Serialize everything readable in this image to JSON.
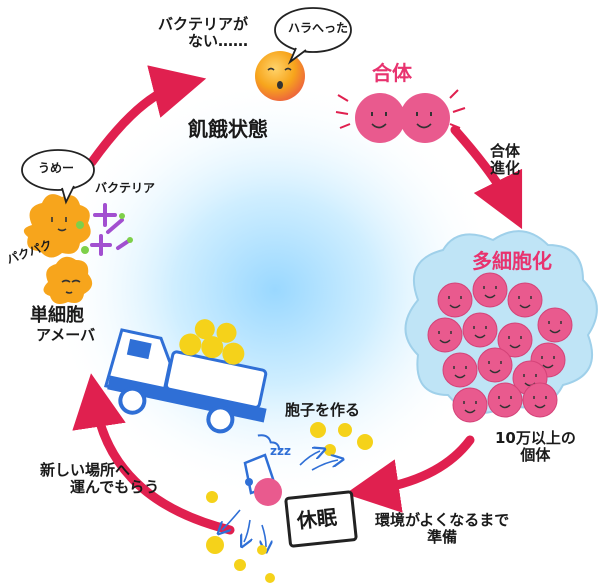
{
  "stages": {
    "starvation": {
      "label": "飢餓状態",
      "no_bacteria": [
        "バクテリアが",
        "ない……"
      ],
      "speech": "ハラへった"
    },
    "fusion": {
      "label": "合体",
      "fusion_evolution": [
        "合体",
        "進化"
      ]
    },
    "multicellular": {
      "label": "多細胞化",
      "count_note": [
        "10万以上の",
        "個体"
      ]
    },
    "dormancy": {
      "label": "休眠",
      "wait_note": [
        "環境がよくなるまで",
        "準備"
      ],
      "sleep_sound": "zzz"
    },
    "spores": {
      "label": "胞子を作る",
      "transport_note": [
        "新しい場所へ",
        "運んでもらう"
      ]
    },
    "amoeba": {
      "label": [
        "単細胞",
        "アメーバ"
      ],
      "speech": "うめー",
      "bacteria_label": "バクテリア",
      "eating_sound": "パクパク"
    }
  },
  "colors": {
    "arrow": "#e0204f",
    "cell_pink": "#e95a8e",
    "amoeba_orange": "#f7a51c",
    "spore_yellow": "#f5d21a",
    "bacteria_purple": "#a24fd0",
    "truck_blue": "#2f6fd6",
    "center_glow": "#8fd4ff"
  },
  "icons": [
    "truck-icon",
    "speech-bubble-icon",
    "amoeba-icon",
    "bacteria-icon",
    "spore-icon",
    "spore-cap-icon"
  ]
}
